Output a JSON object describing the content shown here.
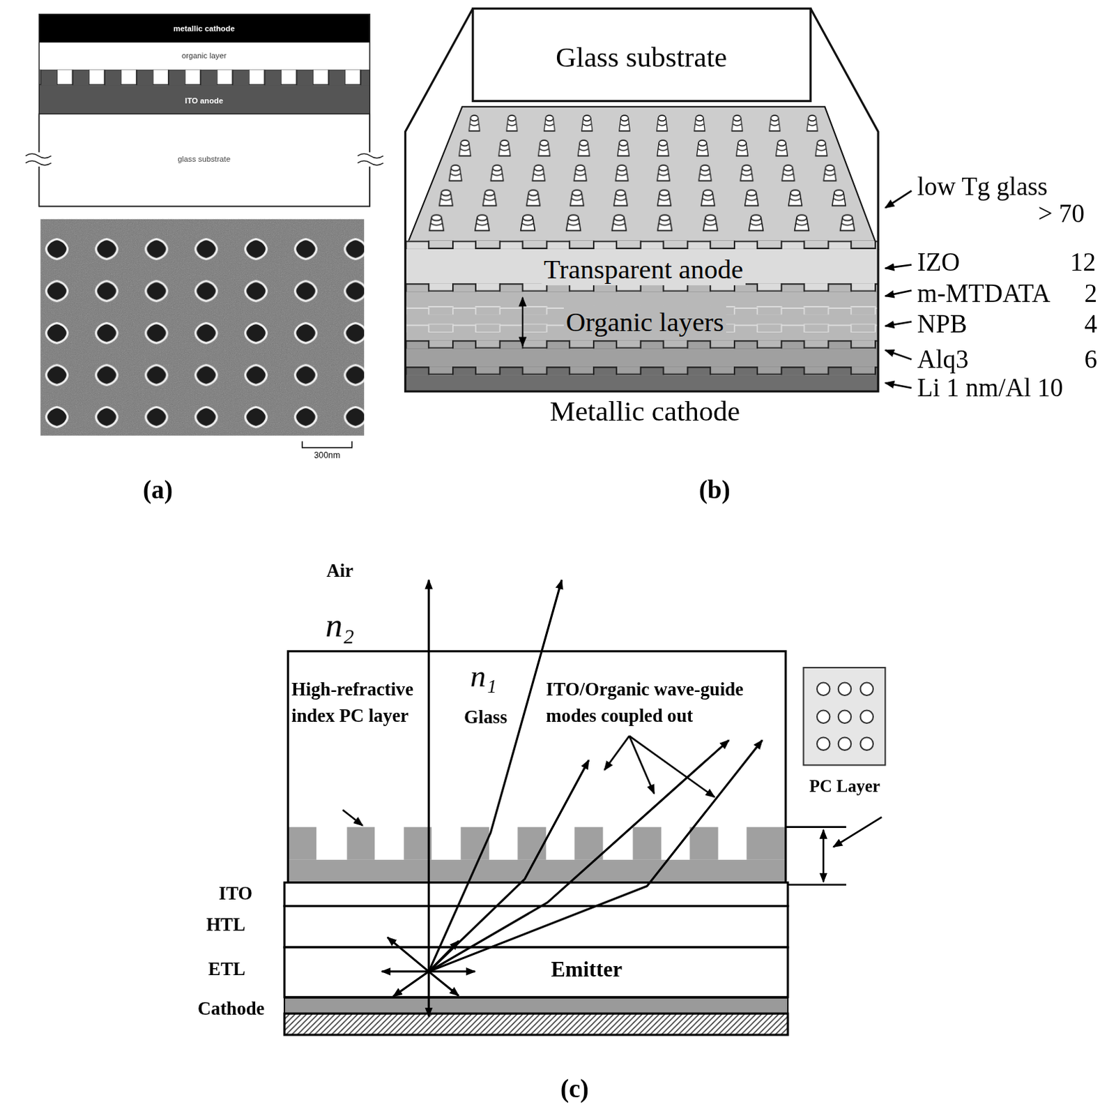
{
  "diagram": {
    "nodes": [
      {
        "text": [
          "metallic cathode"
        ]
      },
      {
        "text": [
          "organic layer"
        ]
      },
      {
        "text": [
          "ITO anode"
        ]
      },
      {
        "text": [
          "glass substrate"
        ]
      },
      {
        "text": [
          "Glass substrate"
        ]
      },
      {
        "text": [
          "Transparent anode"
        ]
      },
      {
        "text": [
          "Organic layers"
        ]
      },
      {
        "text": [
          "Metallic cathode"
        ]
      },
      {
        "text": [
          "n₁",
          "Glass",
          "High-refractive index PC layer",
          "ITO/Organic wave-guide modes coupled out"
        ]
      },
      {
        "text": [
          "PC Layer"
        ]
      },
      {
        "text": [
          "ITO"
        ]
      },
      {
        "text": [
          "HTL"
        ]
      },
      {
        "text": [
          "ETL",
          "Emitter"
        ]
      },
      {
        "text": [
          "Cathode"
        ]
      }
    ],
    "labels": [
      "300nm",
      "(a)",
      "low Tg glass",
      "> 70",
      "IZO",
      "12",
      "m-MTDATA",
      "2",
      "NPB",
      "4",
      "Alq3",
      "6",
      "Li 1 nm/Al 10",
      "(b)",
      "Air",
      "n₂",
      "(c)"
    ]
  }
}
